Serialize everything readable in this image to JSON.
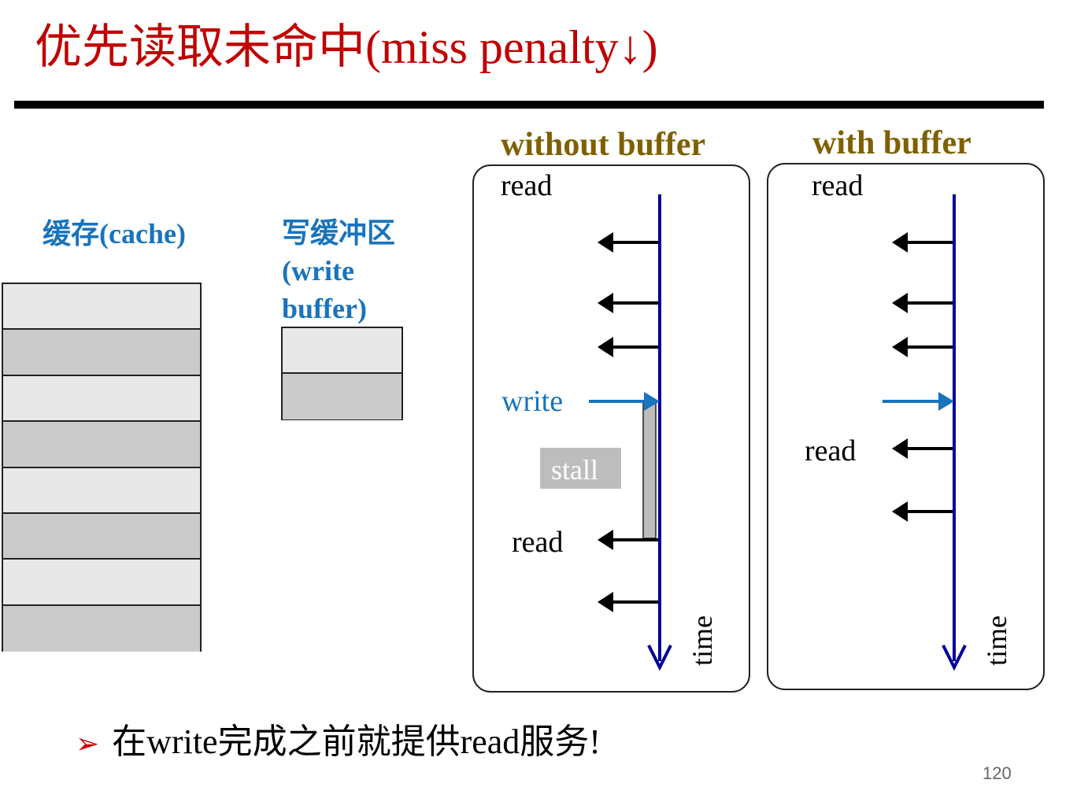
{
  "title": "优先读取未命中(miss penalty↓)",
  "cache_label": "缓存(cache)",
  "write_buffer_label": {
    "line1": "写缓冲区",
    "line2": "(write",
    "line3": "buffer)"
  },
  "panels": {
    "without": {
      "title": "without buffer",
      "read_top": "read",
      "write": "write",
      "stall": "stall",
      "read_bottom": "read",
      "time": "time"
    },
    "with": {
      "title": "with buffer",
      "read_top": "read",
      "read_mid": "read",
      "time": "time"
    }
  },
  "bullet": {
    "marker": "➢",
    "text": "在write完成之前就提供read服务!"
  },
  "page_number": "120",
  "colors": {
    "title": "#c00000",
    "blue_label": "#1874bd",
    "panel_title": "#7f6000",
    "timeline": "#000099",
    "write_arrow": "#1874bd"
  }
}
